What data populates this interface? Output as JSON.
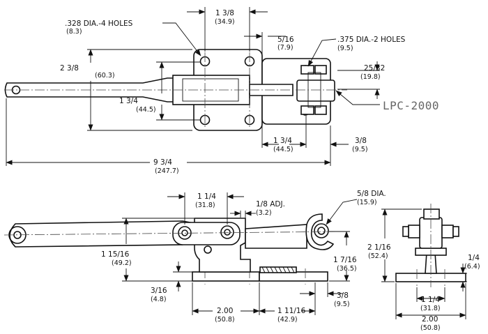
{
  "part_number": "LPC-2000",
  "top_view": {
    "holes_4": {
      "label": ".328 DIA.-4 HOLES",
      "metric": "(8.3)"
    },
    "width_1": {
      "label": "1 3/8",
      "metric": "(34.9)"
    },
    "width_2": {
      "label": "5/16",
      "metric": "(7.9)"
    },
    "holes_2": {
      "label": ".375 DIA.-2 HOLES",
      "metric": "(9.5)"
    },
    "height_1": {
      "label": "2 3/8",
      "metric": "(60.3)"
    },
    "height_2": {
      "label": "25/32",
      "metric": "(19.8)"
    },
    "height_3": {
      "label": "1 3/4",
      "metric": "(44.5)"
    },
    "bottom_1": {
      "label": "1 3/4",
      "metric": "(44.5)"
    },
    "bottom_2": {
      "label": "3/8",
      "metric": "(9.5)"
    },
    "overall": {
      "label": "9 3/4",
      "metric": "(247.7)"
    }
  },
  "side_view": {
    "width_1": {
      "label": "1 1/4",
      "metric": "(31.8)"
    },
    "adj": {
      "label": "1/8 ADJ.",
      "metric": "(3.2)"
    },
    "dia": {
      "label": "5/8 DIA.",
      "metric": "(15.9)"
    },
    "height_1": {
      "label": "1 15/16",
      "metric": "(49.2)"
    },
    "height_2": {
      "label": "1 7/16",
      "metric": "(36.5)"
    },
    "thick": {
      "label": "3/16",
      "metric": "(4.8)"
    },
    "right_1": {
      "label": "3/8",
      "metric": "(9.5)"
    },
    "base": {
      "label": "2.00",
      "metric": "(50.8)"
    },
    "base_2": {
      "label": "1 11/16",
      "metric": "(42.9)"
    }
  },
  "end_view": {
    "height": {
      "label": "2 1/16",
      "metric": "(52.4)"
    },
    "thick": {
      "label": "1/4",
      "metric": "(6.4)"
    },
    "width_1": {
      "label": "1 1/4",
      "metric": "(31.8)"
    },
    "width_2": {
      "label": "2.00",
      "metric": "(50.8)"
    }
  }
}
